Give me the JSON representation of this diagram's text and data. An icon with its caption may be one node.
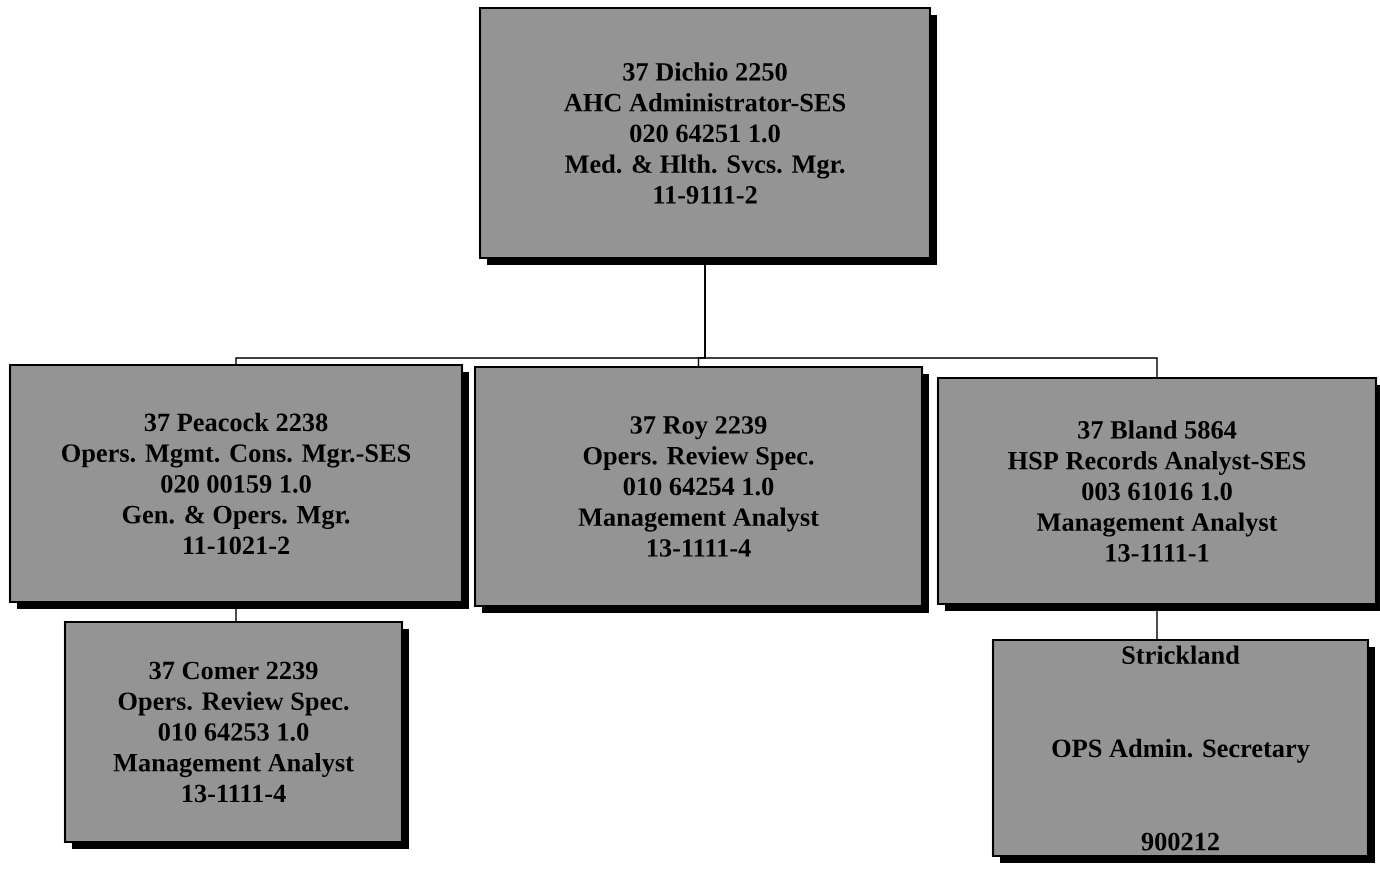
{
  "diagram": {
    "nodes": [
      {
        "text": [
          "37 Dichio 2250",
          "AHC Administrator-SES",
          "020 64251 1.0",
          "Med. & Hlth. Svcs. Mgr.",
          "11-9111-2"
        ]
      },
      {
        "text": [
          "37 Peacock 2238",
          "Opers. Mgmt. Cons. Mgr.-SES",
          "020 00159 1.0",
          "Gen. & Opers. Mgr.",
          "11-1021-2"
        ]
      },
      {
        "text": [
          "37 Roy 2239",
          "Opers. Review Spec.",
          "010 64254 1.0",
          "Management Analyst",
          "13-1111-4"
        ]
      },
      {
        "text": [
          "37 Bland 5864",
          "HSP Records Analyst-SES",
          "003 61016 1.0",
          "Management Analyst",
          "13-1111-1"
        ]
      },
      {
        "text": [
          "37 Comer 2239",
          "Opers. Review Spec.",
          "010 64253 1.0",
          "Management Analyst",
          "13-1111-4"
        ]
      },
      {
        "text": [
          "Strickland",
          "OPS Admin. Secretary",
          "900212"
        ]
      }
    ],
    "edges": [
      {
        "from": 0,
        "to": 1,
        "arrow": "none"
      },
      {
        "from": 0,
        "to": 2,
        "arrow": "none"
      },
      {
        "from": 0,
        "to": 3,
        "arrow": "none"
      },
      {
        "from": 1,
        "to": 4,
        "arrow": "none"
      },
      {
        "from": 3,
        "to": 5,
        "arrow": "none"
      }
    ]
  }
}
